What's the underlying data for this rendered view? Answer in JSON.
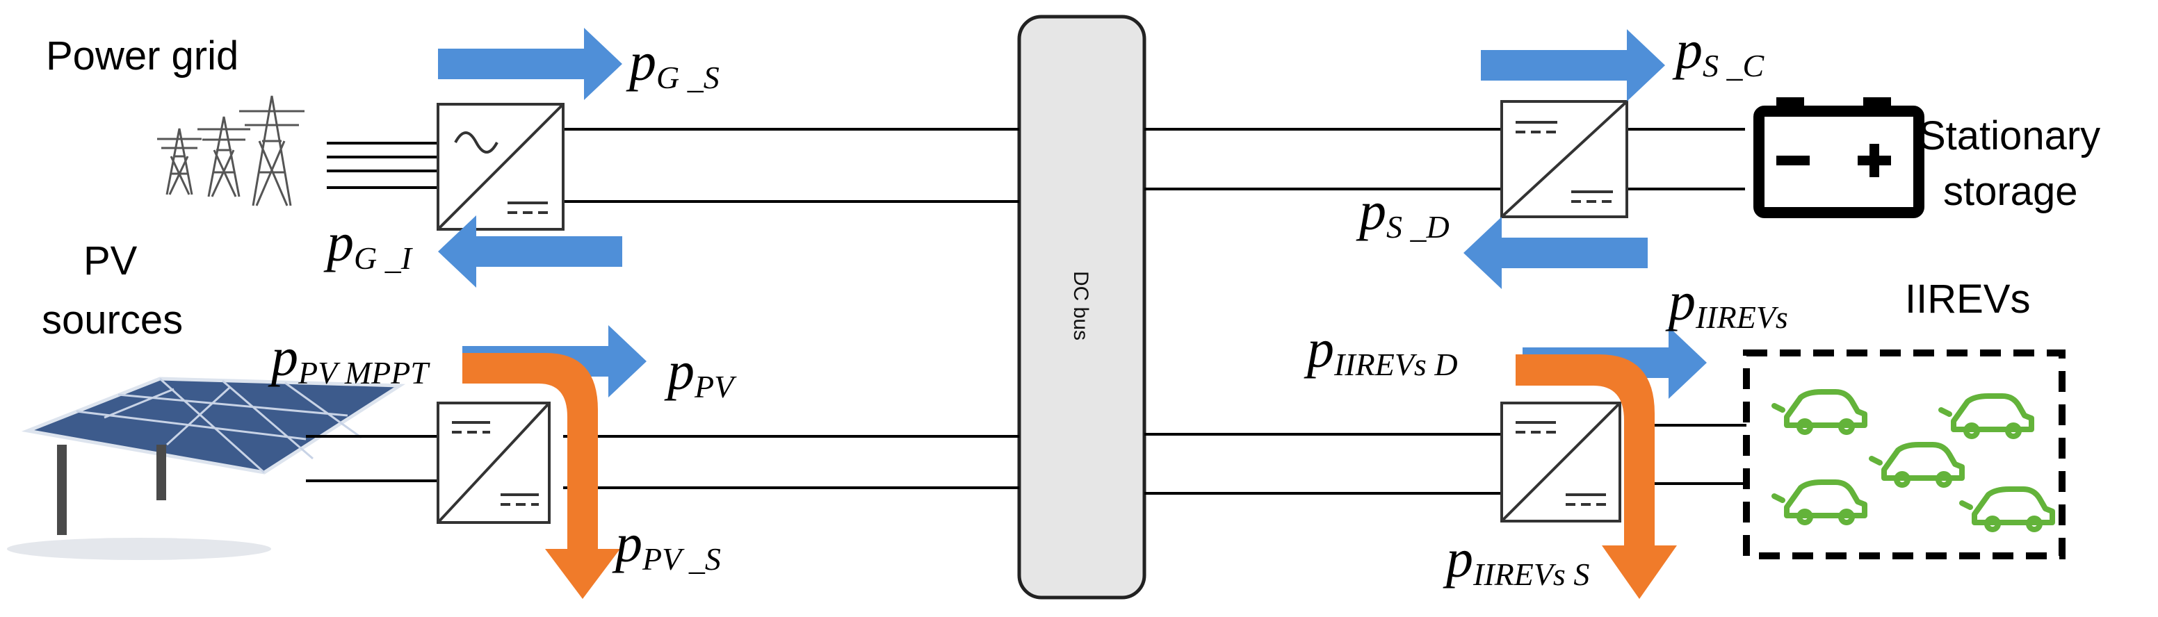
{
  "labels": {
    "power_grid": "Power grid",
    "pv_sources_1": "PV",
    "pv_sources_2": "sources",
    "stationary_1": "Stationary",
    "stationary_2": "storage",
    "iirevs": "IIREVs",
    "dc_bus": "DC bus"
  },
  "flows": {
    "pg_s": {
      "main": "p",
      "sub": "G _S"
    },
    "pg_i": {
      "main": "p",
      "sub": "G _I"
    },
    "ppv_mppt": {
      "main": "p",
      "sub": "PV MPPT"
    },
    "ppv": {
      "main": "p",
      "sub": "PV"
    },
    "ppv_s": {
      "main": "p",
      "sub": "PV _S"
    },
    "ps_c": {
      "main": "p",
      "sub": "S _C"
    },
    "ps_d": {
      "main": "p",
      "sub": "S _D"
    },
    "piirevs_top": {
      "main": "p",
      "sub": "IIREVs"
    },
    "piirevs_d": {
      "main": "p",
      "sub": "IIREVs D"
    },
    "piirevs_s": {
      "main": "p",
      "sub": "IIREVs S"
    }
  },
  "colors": {
    "blue_arrow": "#4f8fd8",
    "orange_arrow": "#f07b2a",
    "ev_green": "#63b33a",
    "bus_fill": "#e6e6e6"
  },
  "icons": [
    "transmission-tower-icon",
    "pv-panel-icon",
    "battery-icon",
    "ev-car-icon"
  ]
}
